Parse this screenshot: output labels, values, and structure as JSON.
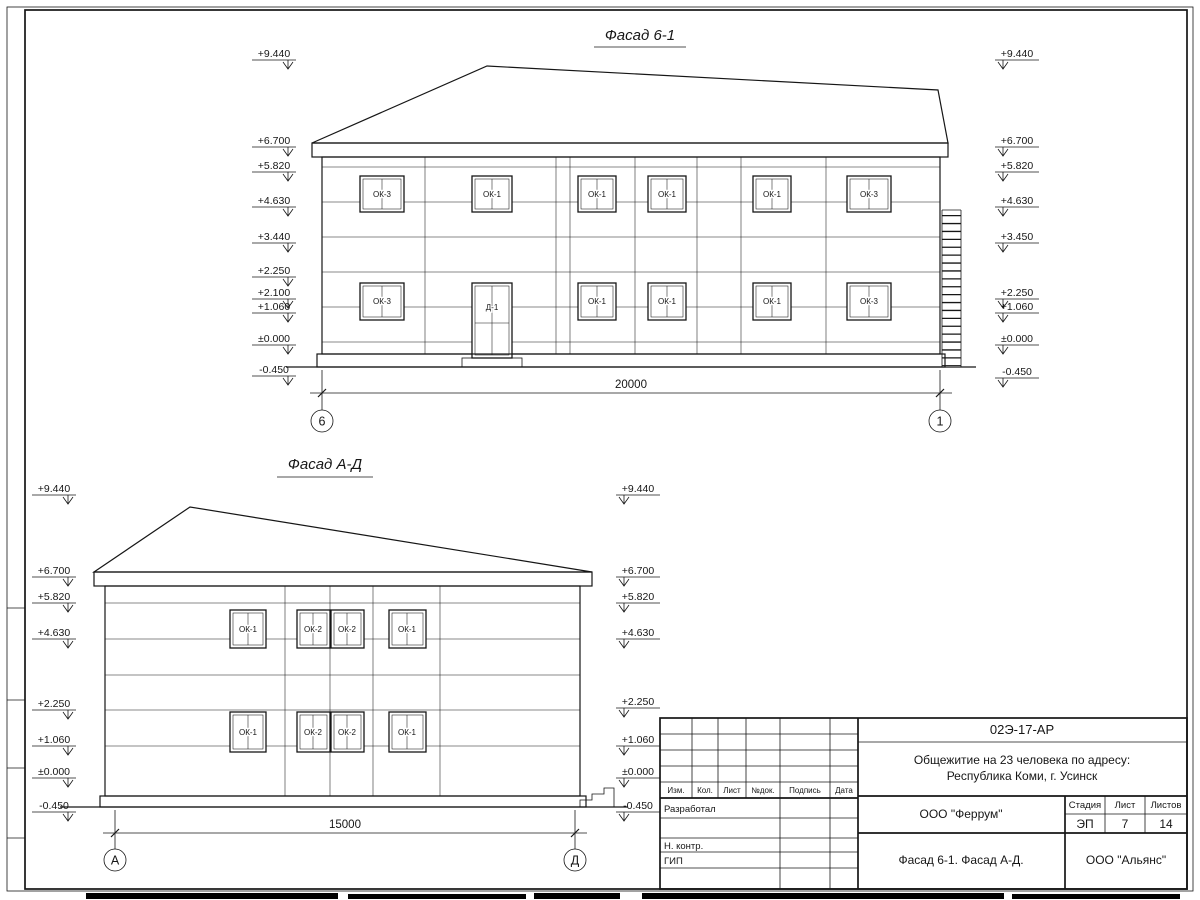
{
  "sheet": {
    "titleblock": {
      "doc_number": "02Э-17-АР",
      "project_line1": "Общежитие на 23 человека по адресу:",
      "project_line2": "Республика Коми, г. Усинск",
      "designer_org": "ООО \"Феррум\"",
      "customer_org": "ООО \"Альянс\"",
      "drawing_title": "Фасад 6-1. Фасад А-Д.",
      "stage_label": "Стадия",
      "stage_value": "ЭП",
      "sheet_label": "Лист",
      "sheet_value": "7",
      "sheets_label": "Листов",
      "sheets_value": "14",
      "col_izm": "Изм.",
      "col_kol": "Кол.",
      "col_list": "Лист",
      "col_ndok": "№док.",
      "col_podpis": "Подпись",
      "col_data": "Дата",
      "role_developed": "Разработал",
      "role_ncontr": "Н. контр.",
      "role_gip": "ГИП"
    }
  },
  "facade1": {
    "title": "Фасад 6-1",
    "dim_label": "20000",
    "axis_left": "6",
    "axis_right": "1",
    "marks_left": [
      "+9.440",
      "+6.700",
      "+5.820",
      "+4.630",
      "+3.440",
      "+2.250",
      "+2.100",
      "+1.060",
      "±0.000",
      "-0.450"
    ],
    "marks_right": [
      "+9.440",
      "+6.700",
      "+5.820",
      "+4.630",
      "+3.450",
      "+2.250",
      "+1.060",
      "±0.000",
      "-0.450"
    ],
    "windows_top": [
      "ОК-3",
      "ОК-1",
      "ОК-1",
      "ОК-1",
      "ОК-1",
      "ОК-3"
    ],
    "windows_bottom": [
      "ОК-3",
      "Д-1",
      "ОК-1",
      "ОК-1",
      "ОК-1",
      "ОК-3"
    ]
  },
  "facade2": {
    "title": "Фасад А-Д",
    "dim_label": "15000",
    "axis_left": "А",
    "axis_right": "Д",
    "marks_left": [
      "+9.440",
      "+6.700",
      "+5.820",
      "+4.630",
      "+2.250",
      "+1.060",
      "±0.000",
      "-0.450"
    ],
    "marks_right": [
      "+9.440",
      "+6.700",
      "+5.820",
      "+4.630",
      "+2.250",
      "+1.060",
      "±0.000",
      "-0.450"
    ],
    "windows_top": [
      "ОК-1",
      "ОК-2",
      "ОК-2",
      "ОК-1"
    ],
    "windows_bottom": [
      "ОК-1",
      "ОК-2",
      "ОК-2",
      "ОК-1"
    ]
  }
}
